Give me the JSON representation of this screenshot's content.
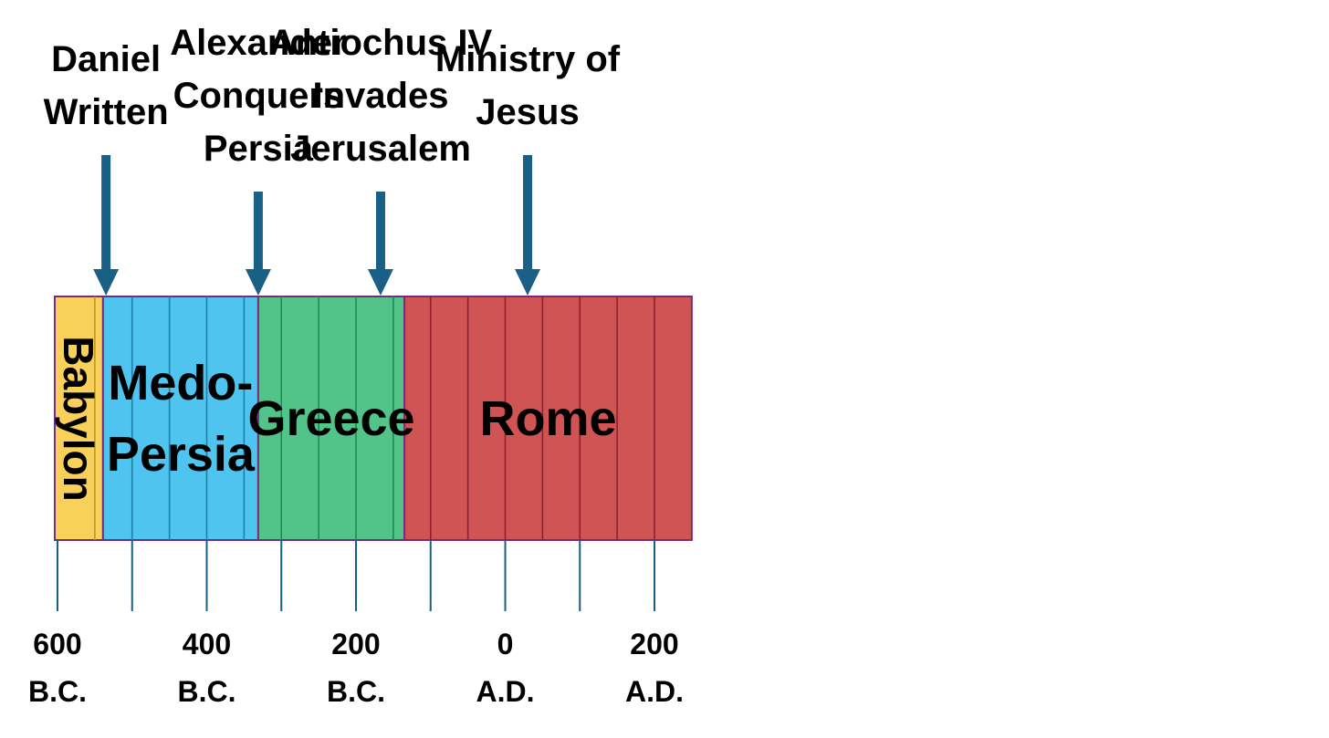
{
  "timeline": {
    "empires": [
      {
        "name": "Babylon",
        "lines": [
          "Babylon"
        ],
        "start": 605,
        "end": 539,
        "era_start": "B.C.",
        "color": "#f9d15a",
        "line_color": "#b8982a",
        "vertical": true
      },
      {
        "name": "Medo-Persia",
        "lines": [
          "Medo-",
          "Persia"
        ],
        "start": 539,
        "end": 331,
        "color": "#4fc4ef",
        "line_color": "#1a80a8"
      },
      {
        "name": "Greece",
        "lines": [
          "Greece"
        ],
        "start": 331,
        "end": 135,
        "color": "#52c48a",
        "line_color": "#1f8a52"
      },
      {
        "name": "Rome",
        "lines": [
          "Rome"
        ],
        "start": 135,
        "end": 250,
        "color": "#d15454",
        "line_color": "#8a2230",
        "end_era": "A.D."
      }
    ],
    "events": [
      {
        "name": "daniel-written",
        "lines": [
          "Daniel",
          "Written"
        ],
        "year": 535,
        "era": "B.C."
      },
      {
        "name": "alexander-conquers-persia",
        "lines": [
          "Alexander",
          "Conquers",
          "Persia"
        ],
        "year": 331,
        "era": "B.C."
      },
      {
        "name": "antiochus-iv-invades-jerusalem",
        "lines": [
          "Antiochus IV",
          "Invades",
          "Jerusalem"
        ],
        "year": 167,
        "era": "B.C."
      },
      {
        "name": "ministry-of-jesus",
        "lines": [
          "Ministry of",
          "Jesus"
        ],
        "year": 30,
        "era": "A.D."
      }
    ],
    "ticks": [
      {
        "lines": [
          "600",
          "B.C."
        ]
      },
      {
        "lines": [
          "400",
          "B.C."
        ]
      },
      {
        "lines": [
          "200",
          "B.C."
        ]
      },
      {
        "lines": [
          "0",
          "A.D."
        ]
      },
      {
        "lines": [
          "200",
          "A.D."
        ]
      }
    ],
    "tick_years": [
      -600,
      -400,
      -200,
      0,
      200
    ],
    "minor_tick_step": 100,
    "colors": {
      "arrow": "#1a5f85",
      "tick": "#1a5f85",
      "border": "#7a2a7a"
    }
  }
}
